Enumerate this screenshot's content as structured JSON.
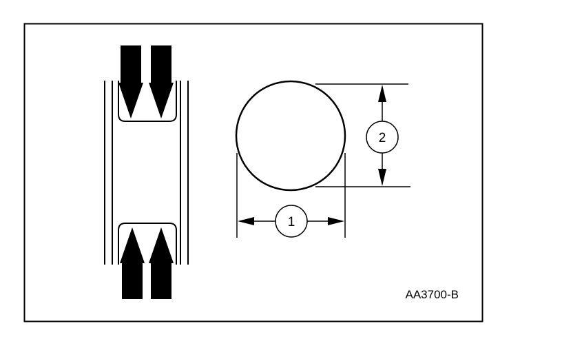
{
  "figure": {
    "reference_code": "AA3700-B"
  },
  "callouts": [
    {
      "number": "1"
    },
    {
      "number": "2"
    }
  ],
  "colors": {
    "ink": "#000000",
    "background": "#ffffff"
  }
}
